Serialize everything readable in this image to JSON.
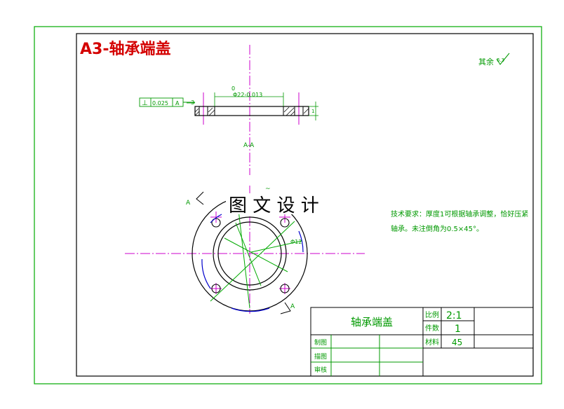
{
  "title": "A3-轴承端盖",
  "roughness_note": "其余",
  "roughness_value": "6.3",
  "section_label": "A-A",
  "watermark": "图 文 设 计",
  "datum_a": "A",
  "tolerance_frame": {
    "symbol": "⊥",
    "value": "0.025",
    "datum": "A"
  },
  "dims": {
    "diameter_top": "0",
    "diameter_main": "Φ22-0.013",
    "chamfer_left": "3",
    "hole_dim": "Φ12",
    "small_dim": "1",
    "mark_tilde": "~"
  },
  "tech_requirements": {
    "line1": "技术要求：厚度1可根据轴承调整，恰好压紧",
    "line2": "轴承。未注倒角为0.5×45°。"
  },
  "title_block": {
    "part_name": "轴承端盖",
    "scale_label": "比例",
    "scale_value": "2:1",
    "qty_label": "件数",
    "qty_value": "1",
    "material_label": "材料",
    "material_value": "45",
    "drawn_label": "制图",
    "traced_label": "描图",
    "checked_label": "审核"
  },
  "colors": {
    "border": "#00aa00",
    "title_red": "#d40000",
    "green": "#009900",
    "magenta": "#cc00cc",
    "blue": "#0000cc",
    "black": "#000000"
  }
}
